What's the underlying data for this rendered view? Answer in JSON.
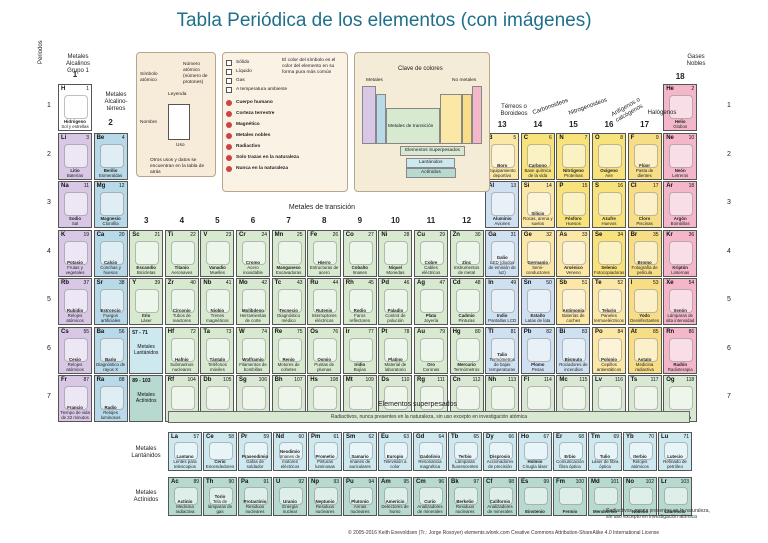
{
  "title": "Tabla Periódica de los elementos (con imágenes)",
  "group_headers": {
    "g1": "Metales Alcalinos Grupo 1",
    "g2": "Metales Alcalino-térreos",
    "g18": "Gases Nobles",
    "periodos": "Periodos",
    "transicion": "Metales de transición",
    "terreos": "Térreos o Boroideos",
    "carbonoideos": "Carbonoideos",
    "nitrogenoideos": "Nitrogenoideos",
    "anfigenos": "Anfígenos o calcógenos",
    "halogenos": "Halógenos",
    "lantanidos_side": "Metales Lantánidos",
    "actinidos_side": "Metales Actínidos",
    "lantanidos_row6": "Metales Lantánidos",
    "actinidos_row7": "Metales Actínidos",
    "superpesados": "Elementos superpesados",
    "superpesados_note": "Radiactivos, nunca presentes en la naturaleza, sin uso excepto en investigación atómica",
    "actinide_note": "Radiactivos, nunca presentes en la naturaleza, sin uso excepto en investigación atómica"
  },
  "group_numbers": [
    "1",
    "2",
    "3",
    "4",
    "5",
    "6",
    "7",
    "8",
    "9",
    "10",
    "11",
    "12",
    "13",
    "14",
    "15",
    "16",
    "17",
    "18"
  ],
  "period_numbers": [
    "1",
    "2",
    "3",
    "4",
    "5",
    "6",
    "7"
  ],
  "fblock_ranges": {
    "la": "57 - 71",
    "ac": "89 - 103"
  },
  "legend": {
    "simbolo": "Símbolo atómico",
    "numero": "Número atómico (número de protones)",
    "leyenda": "Leyenda",
    "nombre": "Nombre",
    "uso": "Uso",
    "uso_note": "Otros usos y datos se encuentran en la tabla de atrás",
    "estados": [
      "Sólido",
      "Líquido",
      "Gas",
      "A temperatura ambiente"
    ],
    "items": [
      "Cuerpo humano",
      "Corteza terrestre",
      "Magnético",
      "Metales nobles",
      "Radiactivo",
      "Solo trazas en la naturaleza",
      "Nunca en la naturaleza"
    ],
    "color_note": "El color del símbolo es el color del elemento en su forma pura más común",
    "clave_titulo": "Clave de colores",
    "clave_metales": "Metales",
    "clave_nometales": "No metales",
    "clave_transicion": "Metales de transición",
    "clave_superpesados": "Elementos Superpesados",
    "clave_lantanidos": "Lantánidos",
    "clave_actinidos": "Actínidos"
  },
  "footer": "© 2005-2016 Keith Enevoldsen (Tr.: Jorge Rosoyer)  elements.wlonk.com    Creative Commons Attribution-ShareAlike 4.0 International License",
  "colors": {
    "alkali": "#d8c8e6",
    "alkaline": "#b8d9e8",
    "transition": "#d7ead0",
    "post": "#cfe0f0",
    "metalloid": "#fbe7a6",
    "nonmetal": "#f7e27c",
    "halogen": "#f7dd86",
    "noble": "#f4b7c9",
    "lanthanide": "#cde8ef",
    "actinide": "#b7d9cf",
    "super": "#d9e8d2",
    "hydrogen": "#ffffff"
  },
  "elements": [
    {
      "n": 1,
      "s": "H",
      "name": "Hidrógeno",
      "use": "Sol y estrellas",
      "g": 1,
      "p": 1,
      "c": "hydrogen"
    },
    {
      "n": 2,
      "s": "He",
      "name": "Helio",
      "use": "Globos",
      "g": 18,
      "p": 1,
      "c": "noble"
    },
    {
      "n": 3,
      "s": "Li",
      "name": "Litio",
      "use": "Baterías",
      "g": 1,
      "p": 2,
      "c": "alkali"
    },
    {
      "n": 4,
      "s": "Be",
      "name": "Berilio",
      "use": "Esmeraldas",
      "g": 2,
      "p": 2,
      "c": "alkaline"
    },
    {
      "n": 5,
      "s": "B",
      "name": "Boro",
      "use": "Equipamiento deportivo",
      "g": 13,
      "p": 2,
      "c": "metalloid"
    },
    {
      "n": 6,
      "s": "C",
      "name": "Carbono",
      "use": "Base química de la vida",
      "g": 14,
      "p": 2,
      "c": "nonmetal"
    },
    {
      "n": 7,
      "s": "N",
      "name": "Nitrógeno",
      "use": "Proteínas",
      "g": 15,
      "p": 2,
      "c": "nonmetal"
    },
    {
      "n": 8,
      "s": "O",
      "name": "Oxígeno",
      "use": "Aire",
      "g": 16,
      "p": 2,
      "c": "nonmetal"
    },
    {
      "n": 9,
      "s": "F",
      "name": "Flúor",
      "use": "Pasta de dientes",
      "g": 17,
      "p": 2,
      "c": "halogen"
    },
    {
      "n": 10,
      "s": "Ne",
      "name": "Neón",
      "use": "Letreros",
      "g": 18,
      "p": 2,
      "c": "noble"
    },
    {
      "n": 11,
      "s": "Na",
      "name": "Sodio",
      "use": "Sal",
      "g": 1,
      "p": 3,
      "c": "alkali"
    },
    {
      "n": 12,
      "s": "Mg",
      "name": "Magnesio",
      "use": "Clorofila",
      "g": 2,
      "p": 3,
      "c": "alkaline"
    },
    {
      "n": 13,
      "s": "Al",
      "name": "Aluminio",
      "use": "Aviones",
      "g": 13,
      "p": 3,
      "c": "post"
    },
    {
      "n": 14,
      "s": "Si",
      "name": "Silicio",
      "use": "Rocas, arena y suelos",
      "g": 14,
      "p": 3,
      "c": "metalloid"
    },
    {
      "n": 15,
      "s": "P",
      "name": "Fósforo",
      "use": "Huesos",
      "g": 15,
      "p": 3,
      "c": "nonmetal"
    },
    {
      "n": 16,
      "s": "S",
      "name": "Azufre",
      "use": "Huevos",
      "g": 16,
      "p": 3,
      "c": "nonmetal"
    },
    {
      "n": 17,
      "s": "Cl",
      "name": "Cloro",
      "use": "Piscinas",
      "g": 17,
      "p": 3,
      "c": "halogen"
    },
    {
      "n": 18,
      "s": "Ar",
      "name": "Argón",
      "use": "Bombillas",
      "g": 18,
      "p": 3,
      "c": "noble"
    },
    {
      "n": 19,
      "s": "K",
      "name": "Potasio",
      "use": "Frutas y vegetales",
      "g": 1,
      "p": 4,
      "c": "alkali"
    },
    {
      "n": 20,
      "s": "Ca",
      "name": "Calcio",
      "use": "Conchas y huesos",
      "g": 2,
      "p": 4,
      "c": "alkaline"
    },
    {
      "n": 21,
      "s": "Sc",
      "name": "Escandio",
      "use": "Bicicletas",
      "g": 3,
      "p": 4,
      "c": "transition"
    },
    {
      "n": 22,
      "s": "Ti",
      "name": "Titanio",
      "use": "Aeronaves",
      "g": 4,
      "p": 4,
      "c": "transition"
    },
    {
      "n": 23,
      "s": "V",
      "name": "Vanadio",
      "use": "Muelles",
      "g": 5,
      "p": 4,
      "c": "transition"
    },
    {
      "n": 24,
      "s": "Cr",
      "name": "Cromo",
      "use": "Acero inoxidable",
      "g": 6,
      "p": 4,
      "c": "transition"
    },
    {
      "n": 25,
      "s": "Mn",
      "name": "Manganeso",
      "use": "Excavadoras",
      "g": 7,
      "p": 4,
      "c": "transition"
    },
    {
      "n": 26,
      "s": "Fe",
      "name": "Hierro",
      "use": "Estructuras de acero",
      "g": 8,
      "p": 4,
      "c": "transition"
    },
    {
      "n": 27,
      "s": "Co",
      "name": "Cobalto",
      "use": "Imanes",
      "g": 9,
      "p": 4,
      "c": "transition"
    },
    {
      "n": 28,
      "s": "Ni",
      "name": "Níquel",
      "use": "Monedas",
      "g": 10,
      "p": 4,
      "c": "transition"
    },
    {
      "n": 29,
      "s": "Cu",
      "name": "Cobre",
      "use": "Cables eléctricos",
      "g": 11,
      "p": 4,
      "c": "transition"
    },
    {
      "n": 30,
      "s": "Zn",
      "name": "Zinc",
      "use": "Instrumentos de metal",
      "g": 12,
      "p": 4,
      "c": "transition"
    },
    {
      "n": 31,
      "s": "Ga",
      "name": "Galio",
      "use": "LED (diodos de emisión de luz)",
      "g": 13,
      "p": 4,
      "c": "post"
    },
    {
      "n": 32,
      "s": "Ge",
      "name": "Germanio",
      "use": "Semi-conductores",
      "g": 14,
      "p": 4,
      "c": "metalloid"
    },
    {
      "n": 33,
      "s": "As",
      "name": "Arsénico",
      "use": "Veneno",
      "g": 15,
      "p": 4,
      "c": "metalloid"
    },
    {
      "n": 34,
      "s": "Se",
      "name": "Selenio",
      "use": "Fotocopiadoras",
      "g": 16,
      "p": 4,
      "c": "nonmetal"
    },
    {
      "n": 35,
      "s": "Br",
      "name": "Bromo",
      "use": "Fotografía de película",
      "g": 17,
      "p": 4,
      "c": "halogen"
    },
    {
      "n": 36,
      "s": "Kr",
      "name": "Kriptón",
      "use": "Linternas",
      "g": 18,
      "p": 4,
      "c": "noble"
    },
    {
      "n": 37,
      "s": "Rb",
      "name": "Rubidio",
      "use": "Relojes atómicos",
      "g": 1,
      "p": 5,
      "c": "alkali"
    },
    {
      "n": 38,
      "s": "Sr",
      "name": "Estroncio",
      "use": "Fuegos artificiales",
      "g": 2,
      "p": 5,
      "c": "alkaline"
    },
    {
      "n": 39,
      "s": "Y",
      "name": "Itrio",
      "use": "Láser",
      "g": 3,
      "p": 5,
      "c": "transition"
    },
    {
      "n": 40,
      "s": "Zr",
      "name": "Circonio",
      "use": "Tubos de reactores",
      "g": 4,
      "p": 5,
      "c": "transition"
    },
    {
      "n": 41,
      "s": "Nb",
      "name": "Niobio",
      "use": "Trenes magnéticos",
      "g": 5,
      "p": 5,
      "c": "transition"
    },
    {
      "n": 42,
      "s": "Mo",
      "name": "Molibdeno",
      "use": "Herramientas de corte",
      "g": 6,
      "p": 5,
      "c": "transition"
    },
    {
      "n": 43,
      "s": "Tc",
      "name": "Tecnecio",
      "use": "Diagnóstico médico",
      "g": 7,
      "p": 5,
      "c": "transition"
    },
    {
      "n": 44,
      "s": "Ru",
      "name": "Rutenio",
      "use": "Interruptores eléctricos",
      "g": 8,
      "p": 5,
      "c": "transition"
    },
    {
      "n": 45,
      "s": "Rh",
      "name": "Rodio",
      "use": "Faros reflectores",
      "g": 9,
      "p": 5,
      "c": "transition"
    },
    {
      "n": 46,
      "s": "Pd",
      "name": "Paladio",
      "use": "Control de polución",
      "g": 10,
      "p": 5,
      "c": "transition"
    },
    {
      "n": 47,
      "s": "Ag",
      "name": "Plata",
      "use": "Joyería",
      "g": 11,
      "p": 5,
      "c": "transition"
    },
    {
      "n": 48,
      "s": "Cd",
      "name": "Cadmio",
      "use": "Pinturas",
      "g": 12,
      "p": 5,
      "c": "transition"
    },
    {
      "n": 49,
      "s": "In",
      "name": "Indio",
      "use": "Pantallas LCD",
      "g": 13,
      "p": 5,
      "c": "post"
    },
    {
      "n": 50,
      "s": "Sn",
      "name": "Estaño",
      "use": "Latas de lata",
      "g": 14,
      "p": 5,
      "c": "post"
    },
    {
      "n": 51,
      "s": "Sb",
      "name": "Antimonio",
      "use": "Baterías de coches",
      "g": 15,
      "p": 5,
      "c": "metalloid"
    },
    {
      "n": 52,
      "s": "Te",
      "name": "Telurio",
      "use": "Paneles termoeléctricos",
      "g": 16,
      "p": 5,
      "c": "metalloid"
    },
    {
      "n": 53,
      "s": "I",
      "name": "Yodo",
      "use": "Desinfectantes",
      "g": 17,
      "p": 5,
      "c": "halogen"
    },
    {
      "n": 54,
      "s": "Xe",
      "name": "Xenón",
      "use": "Lámparas de alta intensidad",
      "g": 18,
      "p": 5,
      "c": "noble"
    },
    {
      "n": 55,
      "s": "Cs",
      "name": "Cesio",
      "use": "Relojes atómicos",
      "g": 1,
      "p": 6,
      "c": "alkali"
    },
    {
      "n": 56,
      "s": "Ba",
      "name": "Bario",
      "use": "Diagnóstico de rayos X",
      "g": 2,
      "p": 6,
      "c": "alkaline"
    },
    {
      "n": 72,
      "s": "Hf",
      "name": "Hafnio",
      "use": "Submarinos nucleares",
      "g": 4,
      "p": 6,
      "c": "transition"
    },
    {
      "n": 73,
      "s": "Ta",
      "name": "Tántalo",
      "use": "Teléfonos móviles",
      "g": 5,
      "p": 6,
      "c": "transition"
    },
    {
      "n": 74,
      "s": "W",
      "name": "Wolframio",
      "use": "Filamentos de bombillas",
      "g": 6,
      "p": 6,
      "c": "transition"
    },
    {
      "n": 75,
      "s": "Re",
      "name": "Renio",
      "use": "Motores de cohetes",
      "g": 7,
      "p": 6,
      "c": "transition"
    },
    {
      "n": 76,
      "s": "Os",
      "name": "Osmio",
      "use": "Puntas de plumas",
      "g": 8,
      "p": 6,
      "c": "transition"
    },
    {
      "n": 77,
      "s": "Ir",
      "name": "Iridio",
      "use": "Bujías",
      "g": 9,
      "p": 6,
      "c": "transition"
    },
    {
      "n": 78,
      "s": "Pt",
      "name": "Platino",
      "use": "Material de laboratorio",
      "g": 10,
      "p": 6,
      "c": "transition"
    },
    {
      "n": 79,
      "s": "Au",
      "name": "Oro",
      "use": "Coronas",
      "g": 11,
      "p": 6,
      "c": "transition"
    },
    {
      "n": 80,
      "s": "Hg",
      "name": "Mercurio",
      "use": "Termómetros",
      "g": 12,
      "p": 6,
      "c": "transition"
    },
    {
      "n": 81,
      "s": "Tl",
      "name": "Talio",
      "use": "Termómetros de bajas temperaturas",
      "g": 13,
      "p": 6,
      "c": "post"
    },
    {
      "n": 82,
      "s": "Pb",
      "name": "Plomo",
      "use": "Pesas",
      "g": 14,
      "p": 6,
      "c": "post"
    },
    {
      "n": 83,
      "s": "Bi",
      "name": "Bismuto",
      "use": "Rociadores de incendios",
      "g": 15,
      "p": 6,
      "c": "post"
    },
    {
      "n": 84,
      "s": "Po",
      "name": "Polonio",
      "use": "Cepillos antiestáticos",
      "g": 16,
      "p": 6,
      "c": "metalloid"
    },
    {
      "n": 85,
      "s": "At",
      "name": "Astato",
      "use": "Medicina radiactiva",
      "g": 17,
      "p": 6,
      "c": "halogen"
    },
    {
      "n": 86,
      "s": "Rn",
      "name": "Radón",
      "use": "Radioterapia",
      "g": 18,
      "p": 6,
      "c": "noble"
    },
    {
      "n": 87,
      "s": "Fr",
      "name": "Francio",
      "use": "Tiempo de vida de 22 minutos",
      "g": 1,
      "p": 7,
      "c": "alkali"
    },
    {
      "n": 88,
      "s": "Ra",
      "name": "Radio",
      "use": "Relojes luminosos",
      "g": 2,
      "p": 7,
      "c": "alkaline"
    },
    {
      "n": 104,
      "s": "Rf",
      "name": "Rutherfordio",
      "use": "",
      "g": 4,
      "p": 7,
      "c": "super"
    },
    {
      "n": 105,
      "s": "Db",
      "name": "Dubnio",
      "use": "",
      "g": 5,
      "p": 7,
      "c": "super"
    },
    {
      "n": 106,
      "s": "Sg",
      "name": "Seaborgio",
      "use": "",
      "g": 6,
      "p": 7,
      "c": "super"
    },
    {
      "n": 107,
      "s": "Bh",
      "name": "Bohrio",
      "use": "",
      "g": 7,
      "p": 7,
      "c": "super"
    },
    {
      "n": 108,
      "s": "Hs",
      "name": "Hassio",
      "use": "",
      "g": 8,
      "p": 7,
      "c": "super"
    },
    {
      "n": 109,
      "s": "Mt",
      "name": "Meitnerio",
      "use": "",
      "g": 9,
      "p": 7,
      "c": "super"
    },
    {
      "n": 110,
      "s": "Ds",
      "name": "Darmstadtio",
      "use": "",
      "g": 10,
      "p": 7,
      "c": "super"
    },
    {
      "n": 111,
      "s": "Rg",
      "name": "Roentgenio",
      "use": "",
      "g": 11,
      "p": 7,
      "c": "super"
    },
    {
      "n": 112,
      "s": "Cn",
      "name": "Copernicio",
      "use": "",
      "g": 12,
      "p": 7,
      "c": "super"
    },
    {
      "n": 113,
      "s": "Nh",
      "name": "Nihonio",
      "use": "",
      "g": 13,
      "p": 7,
      "c": "super"
    },
    {
      "n": 114,
      "s": "Fl",
      "name": "Flerovio",
      "use": "",
      "g": 14,
      "p": 7,
      "c": "super"
    },
    {
      "n": 115,
      "s": "Mc",
      "name": "Moscovio",
      "use": "",
      "g": 15,
      "p": 7,
      "c": "super"
    },
    {
      "n": 116,
      "s": "Lv",
      "name": "Livermorio",
      "use": "",
      "g": 16,
      "p": 7,
      "c": "super"
    },
    {
      "n": 117,
      "s": "Ts",
      "name": "Teneso",
      "use": "",
      "g": 17,
      "p": 7,
      "c": "super"
    },
    {
      "n": 118,
      "s": "Og",
      "name": "Oganesón",
      "use": "",
      "g": 18,
      "p": 7,
      "c": "super"
    }
  ],
  "lanthanides": [
    {
      "n": 57,
      "s": "La",
      "name": "Lantano",
      "use": "Lentes para telescopios"
    },
    {
      "n": 58,
      "s": "Ce",
      "name": "Cerio",
      "use": "Encendedores"
    },
    {
      "n": 59,
      "s": "Pr",
      "name": "Praseodimio",
      "use": "Gafas de soldador"
    },
    {
      "n": 60,
      "s": "Nd",
      "name": "Neodimio",
      "use": "Imanes de motores eléctricos"
    },
    {
      "n": 61,
      "s": "Pm",
      "name": "Prometio",
      "use": "Pinturas luminosas"
    },
    {
      "n": 62,
      "s": "Sm",
      "name": "Samario",
      "use": "Imanes de auriculares"
    },
    {
      "n": 63,
      "s": "Eu",
      "name": "Europio",
      "use": "Televisión a color"
    },
    {
      "n": 64,
      "s": "Gd",
      "name": "Gadolinio",
      "use": "Resonancia magnética"
    },
    {
      "n": 65,
      "s": "Tb",
      "name": "Terbio",
      "use": "Lámparas fluorescentes"
    },
    {
      "n": 66,
      "s": "Dy",
      "name": "Disprosio",
      "use": "Accionadores de precisión"
    },
    {
      "n": 67,
      "s": "Ho",
      "name": "Holmio",
      "use": "Cirugía láser"
    },
    {
      "n": 68,
      "s": "Er",
      "name": "Erbio",
      "use": "Comunicación fibra óptica"
    },
    {
      "n": 69,
      "s": "Tm",
      "name": "Tulio",
      "use": "Láser de fibra óptica"
    },
    {
      "n": 70,
      "s": "Yb",
      "name": "Iterbio",
      "use": "Relojes atómicos"
    },
    {
      "n": 71,
      "s": "Lu",
      "name": "Lutecio",
      "use": "Refinado de petróleo"
    }
  ],
  "actinides": [
    {
      "n": 89,
      "s": "Ac",
      "name": "Actinio",
      "use": "Medicina radiactiva"
    },
    {
      "n": 90,
      "s": "Th",
      "name": "Torio",
      "use": "Tela de lámparas de gas"
    },
    {
      "n": 91,
      "s": "Pa",
      "name": "Protactinio",
      "use": "Residuos nucleares"
    },
    {
      "n": 92,
      "s": "U",
      "name": "Uranio",
      "use": "Energía nuclear"
    },
    {
      "n": 93,
      "s": "Np",
      "name": "Neptunio",
      "use": "Residuos nucleares"
    },
    {
      "n": 94,
      "s": "Pu",
      "name": "Plutonio",
      "use": "Armas nucleares"
    },
    {
      "n": 95,
      "s": "Am",
      "name": "Americio",
      "use": "Detectores de humo"
    },
    {
      "n": 96,
      "s": "Cm",
      "name": "Curio",
      "use": "Analizadores de minerales"
    },
    {
      "n": 97,
      "s": "Bk",
      "name": "Berkelio",
      "use": "Residuos nucleares"
    },
    {
      "n": 98,
      "s": "Cf",
      "name": "Californio",
      "use": "Analizadores de minerales"
    },
    {
      "n": 99,
      "s": "Es",
      "name": "Einstenio",
      "use": ""
    },
    {
      "n": 100,
      "s": "Fm",
      "name": "Fermio",
      "use": ""
    },
    {
      "n": 101,
      "s": "Md",
      "name": "Mendelevio",
      "use": ""
    },
    {
      "n": 102,
      "s": "No",
      "name": "Nobelio",
      "use": ""
    },
    {
      "n": 103,
      "s": "Lr",
      "name": "Laurencio",
      "use": ""
    }
  ]
}
